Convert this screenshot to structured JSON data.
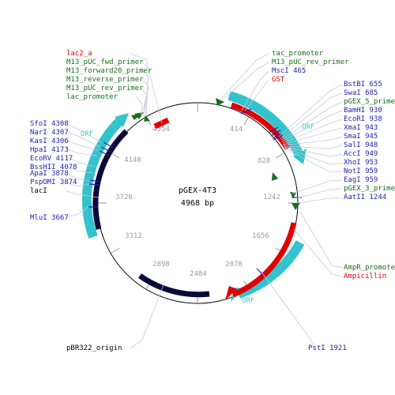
{
  "plasmid": {
    "name": "pGEX-4T3",
    "size_label": "4968 bp",
    "length": 4968
  },
  "colors": {
    "red": "#e00000",
    "green": "#1a6e1a",
    "blue": "#2222aa",
    "black": "#000000",
    "orf": "#33c3cc",
    "origin": "#0a0a3a",
    "tick": "#9a9a9a"
  },
  "ticks": [
    "414",
    "828",
    "1242",
    "1656",
    "2070",
    "2484",
    "2898",
    "3312",
    "3726",
    "4140",
    "4554"
  ],
  "orf_label": "ORF",
  "labels": {
    "lac2_a": "lac2_a",
    "m13_puc_fwd_primer": "M13_pUC_fwd_primer",
    "m13_forward20_primer": "M13_forward20_primer",
    "m13_reverse_primer": "M13_reverse_primer",
    "m13_puc_rev_primer_left": "M13_pUC_rev_primer",
    "lac_promoter": "lac_promoter",
    "tac_promoter": "tac_promoter",
    "m13_puc_rev_primer_right": "M13_pUC_rev_primer",
    "msci": "MscI 465",
    "gst": "GST",
    "bstbi": "BstBI 655",
    "swai": "SwaI 685",
    "pgex_5_primer": "pGEX_5_primer",
    "bamhi": "BamHI 930",
    "ecori": "EcoRI 938",
    "xmai": "XmaI 943",
    "smai": "SmaI 945",
    "sali": "SalI 948",
    "acci": "AccI 949",
    "xhoi": "XhoI 953",
    "noti": "NotI 959",
    "eagi": "EagI 959",
    "pgex_3_primer": "pGEX_3_primer",
    "aatii": "AatII 1244",
    "sfoi": "SfoI 4308",
    "nari": "NarI 4307",
    "kasi": "KasI 4306",
    "hpai": "HpaI 4173",
    "ecorv": "EcoRV 4117",
    "bssmii": "BssHII 4078",
    "apai": "ApaI 3878",
    "psp0mi": "PspOMI 3874",
    "laci": "lacI",
    "mlui": "MluI 3667",
    "ampr_promoter": "AmpR_promoter",
    "ampicillin": "Ampicillin",
    "psti": "PstI 1921",
    "pbr322_origin": "pBR322_origin"
  }
}
